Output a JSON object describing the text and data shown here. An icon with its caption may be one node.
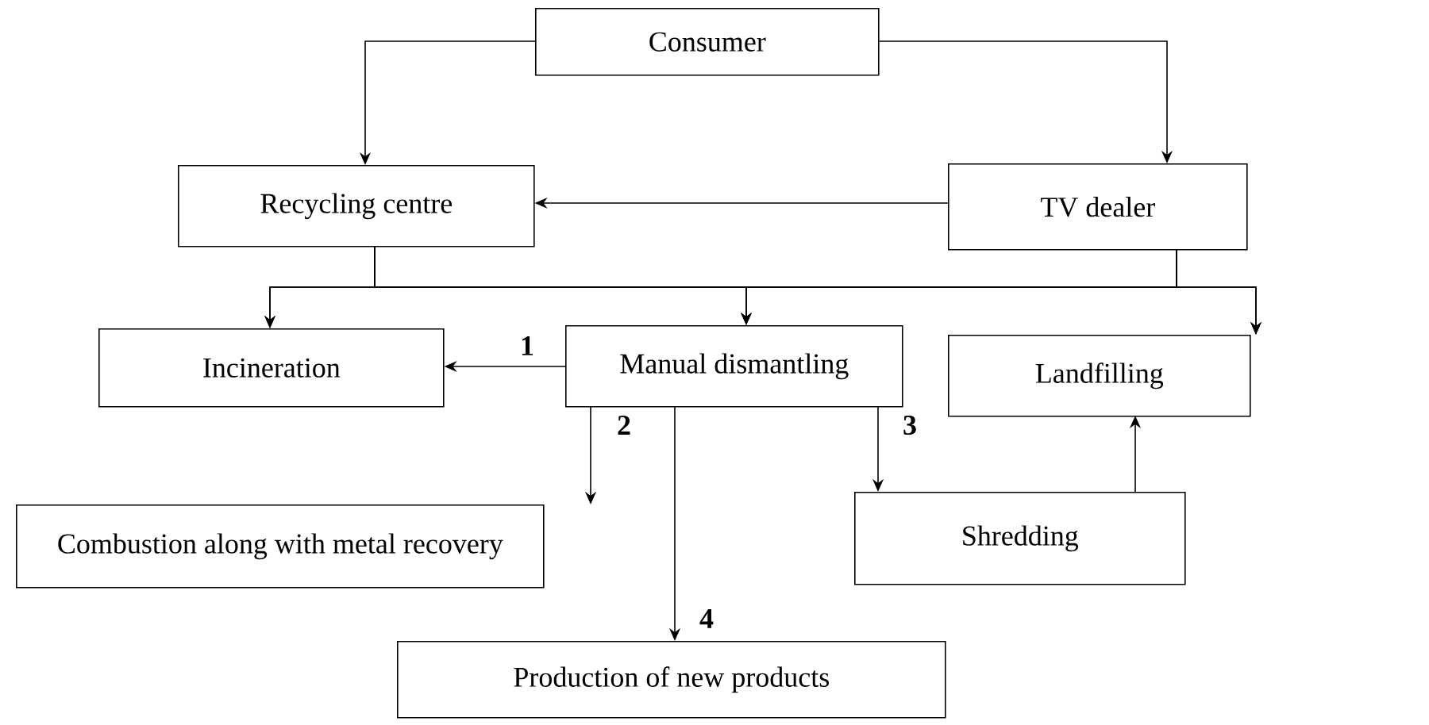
{
  "diagram": {
    "nodes": [
      {
        "text": [
          "Consumer"
        ]
      },
      {
        "text": [
          "Recycling centre"
        ]
      },
      {
        "text": [
          "TV dealer"
        ]
      },
      {
        "text": [
          "Incineration"
        ]
      },
      {
        "text": [
          "Manual dismantling"
        ]
      },
      {
        "text": [
          "Landfilling"
        ]
      },
      {
        "text": [
          "Combustion along with metal recovery"
        ]
      },
      {
        "text": [
          "Shredding"
        ]
      },
      {
        "text": [
          "Production of new products"
        ]
      }
    ],
    "edges": [
      {
        "from": 0,
        "to": 1,
        "arrow": "to"
      },
      {
        "from": 0,
        "to": 2,
        "arrow": "to"
      },
      {
        "from": 2,
        "to": 1,
        "arrow": "to"
      },
      {
        "from": 1,
        "to": 3,
        "arrow": "to"
      },
      {
        "from": 1,
        "to": 4,
        "arrow": "to"
      },
      {
        "from": 1,
        "to": 5,
        "arrow": "to"
      },
      {
        "from": 2,
        "to": 3,
        "arrow": "to"
      },
      {
        "from": 2,
        "to": 4,
        "arrow": "to"
      },
      {
        "from": 2,
        "to": 5,
        "arrow": "to"
      },
      {
        "from": 4,
        "to": 3,
        "arrow": "to",
        "label": "1"
      },
      {
        "from": 4,
        "to": 6,
        "arrow": "to",
        "label": "2"
      },
      {
        "from": 4,
        "to": 7,
        "arrow": "to",
        "label": "3"
      },
      {
        "from": 4,
        "to": 8,
        "arrow": "to",
        "label": "4"
      },
      {
        "from": 7,
        "to": 5,
        "arrow": "to"
      }
    ]
  }
}
